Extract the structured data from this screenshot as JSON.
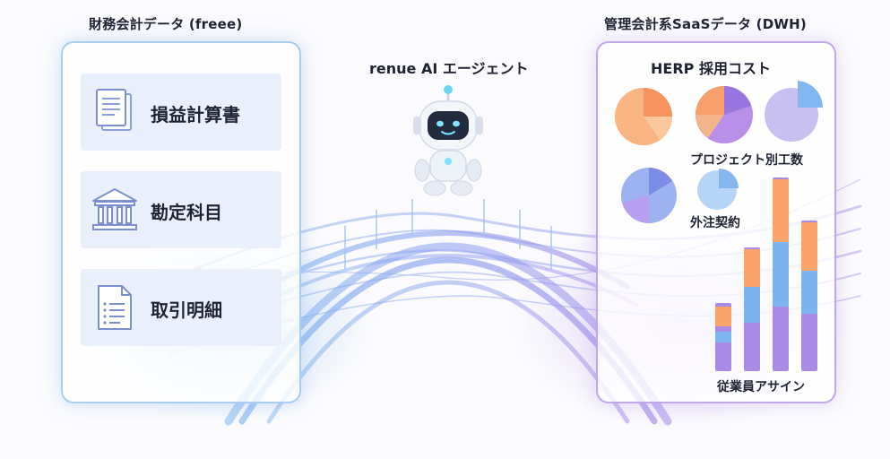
{
  "left_panel": {
    "title": "財務会計データ (freee)",
    "items": [
      {
        "label": "損益計算書",
        "icon": "document-stack-icon"
      },
      {
        "label": "勘定科目",
        "icon": "bank-building-icon"
      },
      {
        "label": "取引明細",
        "icon": "list-document-icon"
      }
    ]
  },
  "center": {
    "title": "renue AI エージェント",
    "icon": "robot-icon"
  },
  "right_panel": {
    "title": "管理会計系SaaSデータ (DWH)",
    "chart_title": "HERP 採用コスト",
    "labels": {
      "project_hours": "プロジェクト別工数",
      "outsourcing": "外注契約",
      "assignment": "従業員アサイン"
    }
  },
  "colors": {
    "blue_accent": "#a9cdf0",
    "purple_accent": "#c2a7e8",
    "card_bg": "#e9f0fb",
    "orange": "#f9a46b",
    "blue": "#7fb3f0",
    "purple": "#a98ae6"
  }
}
